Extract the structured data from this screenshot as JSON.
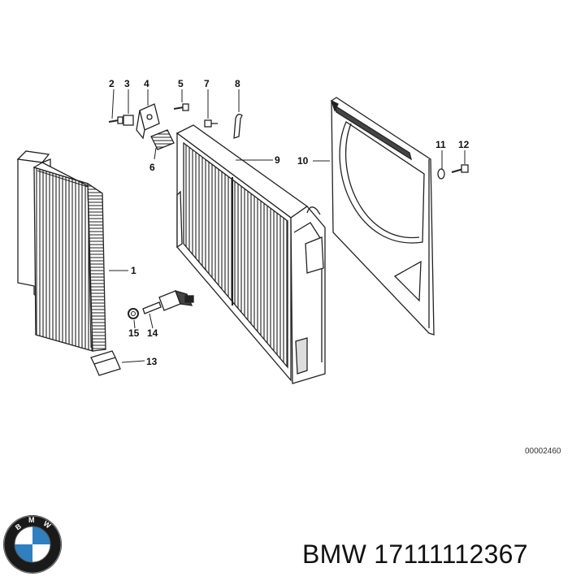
{
  "diagram": {
    "callouts": [
      {
        "id": "2",
        "label": "2"
      },
      {
        "id": "3",
        "label": "3"
      },
      {
        "id": "4",
        "label": "4"
      },
      {
        "id": "5",
        "label": "5"
      },
      {
        "id": "7",
        "label": "7"
      },
      {
        "id": "8",
        "label": "8"
      },
      {
        "id": "6",
        "label": "6"
      },
      {
        "id": "9",
        "label": "9"
      },
      {
        "id": "10",
        "label": "10"
      },
      {
        "id": "11",
        "label": "11"
      },
      {
        "id": "12",
        "label": "12"
      },
      {
        "id": "1",
        "label": "1"
      },
      {
        "id": "15",
        "label": "15"
      },
      {
        "id": "14",
        "label": "14"
      },
      {
        "id": "13",
        "label": "13"
      }
    ],
    "reference_number": "00002460"
  },
  "logo": {
    "letters": [
      "B",
      "M",
      "W"
    ]
  },
  "caption": {
    "text": "BMW 17111112367"
  },
  "colors": {
    "line": "#222222",
    "logo_blue": "#2f7fc1",
    "logo_ring": "#1a1a1a"
  }
}
